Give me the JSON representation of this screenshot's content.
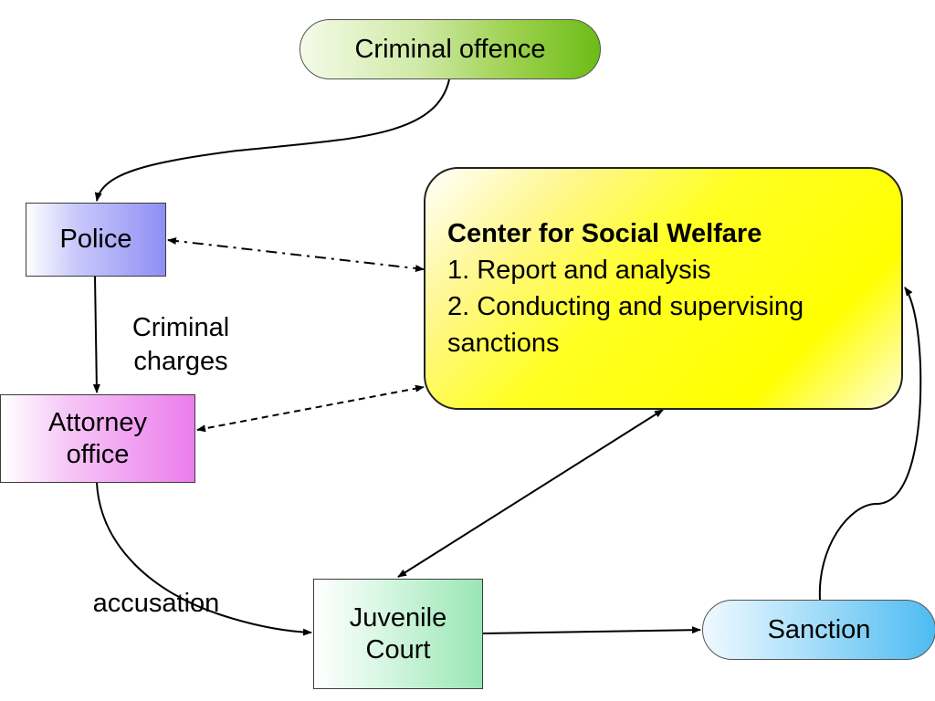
{
  "nodes": {
    "criminal_offence": "Criminal offence",
    "police": "Police",
    "attorney_office": [
      "Attorney",
      "office"
    ],
    "juvenile_court": [
      "Juvenile",
      "Court"
    ],
    "sanction": "Sanction",
    "center": {
      "title": "Center for Social Welfare",
      "items": [
        "1. Report and analysis",
        "2. Conducting and supervising",
        "sanctions"
      ]
    }
  },
  "edge_labels": {
    "criminal_charges": [
      "Criminal",
      "charges"
    ],
    "accusation": "accusation"
  }
}
